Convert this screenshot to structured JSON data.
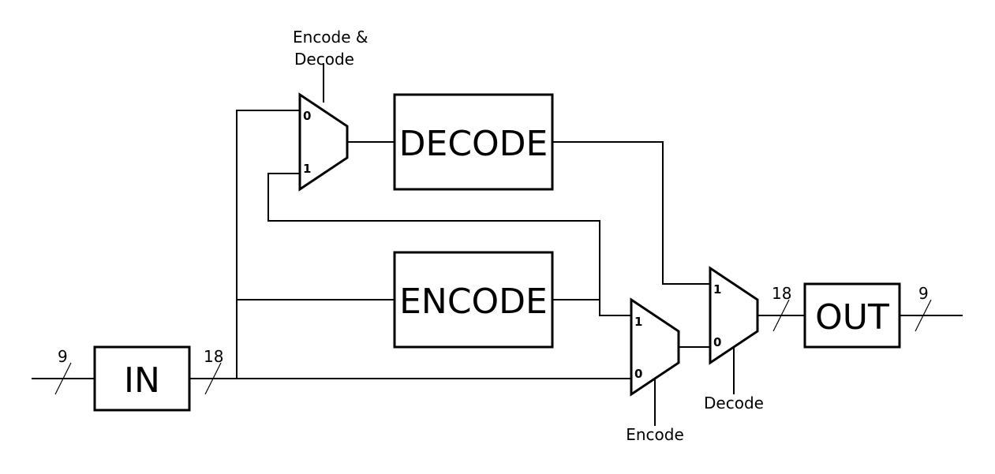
{
  "blocks": {
    "in": "IN",
    "out": "OUT",
    "decode": "DECODE",
    "encode": "ENCODE"
  },
  "bus_widths": {
    "input": "9",
    "in_to_bus": "18",
    "mux_to_out": "18",
    "output": "9"
  },
  "muxes": {
    "top": {
      "select_label_line1": "Encode &",
      "select_label_line2": "Decode",
      "pin0": "0",
      "pin1": "1"
    },
    "encode": {
      "select_label": "Encode",
      "pin0": "0",
      "pin1": "1"
    },
    "decode": {
      "select_label": "Decode",
      "pin0": "0",
      "pin1": "1"
    }
  }
}
